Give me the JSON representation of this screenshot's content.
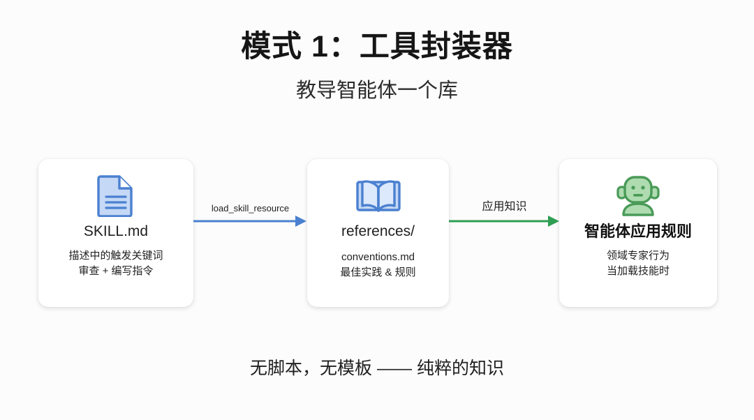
{
  "header": {
    "title": "模式 1：工具封装器",
    "subtitle": "教导智能体一个库"
  },
  "cards": [
    {
      "icon": "document-icon",
      "heading": "SKILL.md",
      "sub_line_1": "描述中的触发关键词",
      "sub_line_2": "审查 + 编写指令",
      "accent": "#4a80d0"
    },
    {
      "icon": "open-book-icon",
      "heading": "references/",
      "sub_line_1": "conventions.md",
      "sub_line_2": "最佳实践 & 规则",
      "accent": "#4a80d0"
    },
    {
      "icon": "robot-icon",
      "heading": "智能体应用规则",
      "sub_line_1": "领域专家行为",
      "sub_line_2": "当加载技能时",
      "accent": "#4a9a58"
    }
  ],
  "arrows": [
    {
      "label": "load_skill_resource",
      "color": "#4a80d0"
    },
    {
      "label": "应用知识",
      "color": "#2e9e52"
    }
  ],
  "footer": {
    "note": "无脚本，无模板 —— 纯粹的知识"
  },
  "colors": {
    "background": "#fcfcfc",
    "card_background": "#ffffff",
    "blue_accent": "#4a80d0",
    "blue_fill": "#c5d8f5",
    "green_accent": "#4a9a58",
    "green_fill": "#aedcb0",
    "text": "#1c1c1c"
  }
}
